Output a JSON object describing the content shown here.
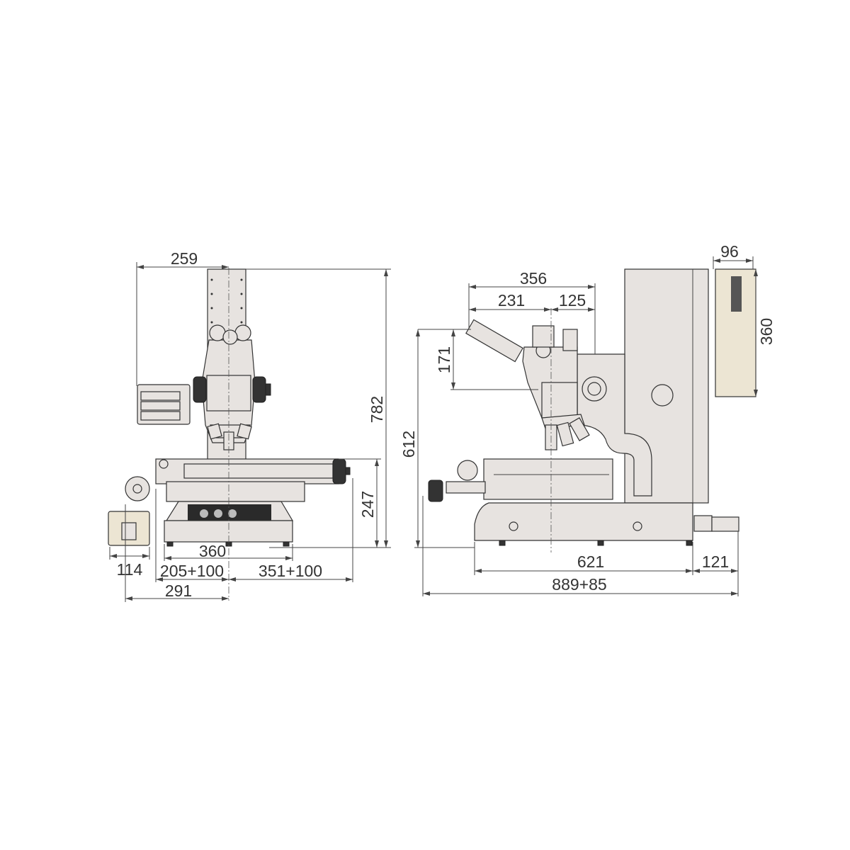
{
  "front_view": {
    "dimensions": {
      "overall_height": "782",
      "column_offset": "259",
      "stage_height": "247",
      "base_width": "360",
      "power_unit_width": "114",
      "left_travel": "205+100",
      "right_travel": "351+100",
      "left_extent": "291"
    }
  },
  "side_view": {
    "dimensions": {
      "head_depth": "356",
      "eyepiece_offset": "231",
      "optical_axis_offset": "125",
      "eyepiece_height": "171",
      "working_height": "612",
      "power_unit_depth": "96",
      "power_unit_height": "360",
      "base_depth": "621",
      "rear_extension": "121",
      "overall_depth": "889+85"
    }
  },
  "colors": {
    "body": "#e7e3e0",
    "power_unit": "#ece5d3",
    "line": "#333333"
  }
}
